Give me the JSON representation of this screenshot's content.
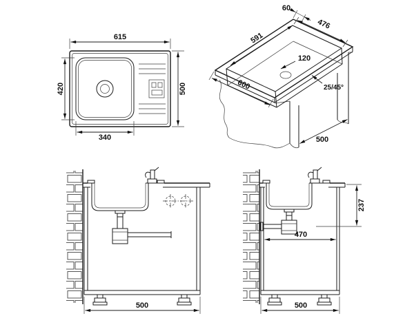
{
  "drawing": {
    "plan": {
      "overall_width": "615",
      "bowl_depth": "420",
      "bowl_width": "340",
      "overall_depth": "500"
    },
    "iso": {
      "rim_width": "60",
      "cutout_width": "476",
      "cutout_length": "591",
      "bowl_depth": "120",
      "length": "600",
      "chamfer": "25/45°",
      "depth": "500"
    },
    "front": {
      "cabinet_width": "500"
    },
    "side": {
      "trap_height": "237",
      "inner_depth": "470",
      "cabinet_width": "500"
    }
  }
}
